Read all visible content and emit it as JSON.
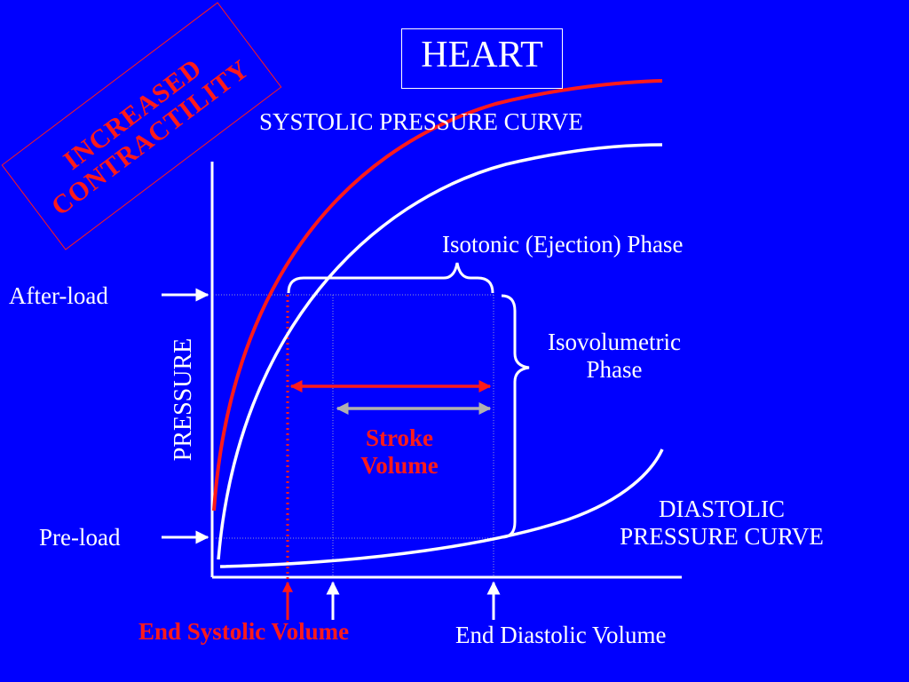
{
  "title": "HEARTT",
  "stamp": {
    "line1": "INCREASED",
    "line2": "CONTRACTILITY"
  },
  "systolic_label": "SYSTOLIC  PRESSURE  CURVE",
  "diastolic_label": {
    "line1": "DIASTOLIC",
    "line2": "PRESSURE CURVE"
  },
  "isotonic_label": "Isotonic (Ejection) Phase",
  "isovolumetric_label": {
    "line1": "Isovolumetric",
    "line2": "Phase"
  },
  "stroke_volume_label": {
    "line1": "Stroke",
    "line2": "Volume"
  },
  "afterload_label": "After-load",
  "preload_label": "Pre-load",
  "y_axis_label": "PRESSURE",
  "end_systolic_label": "End Systolic Volume",
  "end_diastolic_label": "End Diastolic Volume",
  "colors": {
    "background": "#0000FF",
    "foreground": "#FFFFFF",
    "accent": "#FF1A1A",
    "stroke_arrow": "#B0B0B0",
    "guide": "#9999CC"
  }
}
